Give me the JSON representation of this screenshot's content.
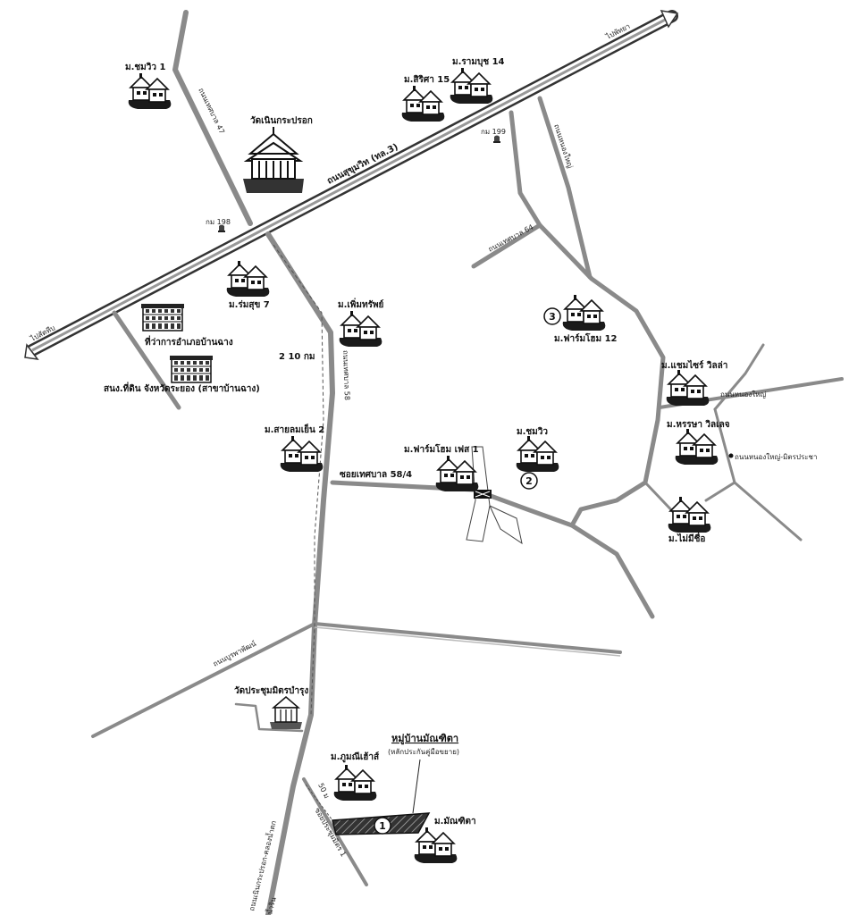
{
  "roads": {
    "sukhumvit": "ถนนสุขุมวิท (ทล.3)",
    "to_pattaya": "ไปพัทยา",
    "to_sattahip": "ไปสัตหีบ",
    "thesaban_47": "ถนนเทศบาล 47",
    "thesaban_58": "ถนนเทศบาล 58",
    "thesaban_64": "ถนนเทศบาล 64",
    "nong_yai_1": "ถนนหนองใหญ่",
    "nong_yai_2": "ถนนหนองใหญ่",
    "nong_yai_mitpracha": "ถนนหนองใหญ่-มิตรประชา",
    "soi_58_4": "ซอยเทศบาล 58/4",
    "burapha": "ถนนบูรพาพัฒน์",
    "noen_krapok": "ถนนเนินกระปรอก-คลองน้ำตก",
    "soi_prachum": "ซอยประชุมมิตร 1",
    "bottom_to": "น้ำริน"
  },
  "markers": {
    "km198": "กม 198",
    "km199": "กม 199",
    "dist_210": "2 10 กม",
    "dist_50": "50 ม"
  },
  "places": {
    "chomwiw1": "ม.ชมวิว 1",
    "sirisa15": "ม.สิริศา 15",
    "ramabut14": "ม.รามบุช 14",
    "wat_noen": "วัดเนินกระปรอก",
    "romsuk7": "ม.ร่มสุข 7",
    "district_office": "ที่ว่าการอำเภอบ้านฉาง",
    "land_office": "สนง.ที่ดิน จังหวัดระยอง (สาขาบ้านฉาง)",
    "permsup": "ม.เพิ่มทรัพย์",
    "farmhome12": "ม.ฟาร์มโฮม 12",
    "champs_villa": "ม.แชมไซร์ วิลล่า",
    "hansa_villa": "ม.หรรษา วิลเลจ",
    "saitomyen2": "ม.สายลมเย็น 2",
    "farmhome_phase1": "ม.ฟาร์มโฮม เฟส 1",
    "chomwiw": "ม.ชมวิว",
    "maimeechue": "ม.ไม่มีชื่อ",
    "wat_prachum": "วัดประชุมมิตรบำรุง",
    "phumanee": "ม.ภูมณีเฮ้าส์",
    "manthida": "ม.มัณฑิตา"
  },
  "highlight": {
    "title": "หมู่บ้านมัณฑิตา",
    "subtitle": "(หลักประกันคู่มือขยาย)"
  },
  "numbers": {
    "n1": "1",
    "n2": "2",
    "n3": "3"
  }
}
